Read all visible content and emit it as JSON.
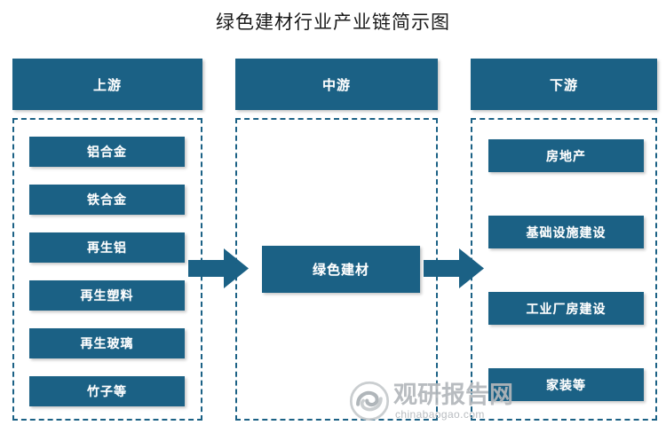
{
  "title": "绿色建材行业产业链简示图",
  "colors": {
    "box_fill": "#1b6185",
    "box_text": "#ffffff",
    "dashed_border": "#1b6185",
    "arrow": "#1b6185",
    "background": "#ffffff",
    "watermark": "#b3b7bb"
  },
  "columns": [
    {
      "key": "upstream",
      "header": "上游",
      "items": [
        "铝合金",
        "铁合金",
        "再生铝",
        "再生塑料",
        "再生玻璃",
        "竹子等"
      ]
    },
    {
      "key": "midstream",
      "header": "中游",
      "items": [
        "绿色建材"
      ]
    },
    {
      "key": "downstream",
      "header": "下游",
      "items": [
        "房地产",
        "基础设施建设",
        "工业厂房建设",
        "家装等"
      ]
    }
  ],
  "arrows": [
    {
      "name": "arrow-upstream-to-midstream",
      "direction": "right"
    },
    {
      "name": "arrow-midstream-to-downstream",
      "direction": "right"
    }
  ],
  "watermark": {
    "name": "观研报告网",
    "url": "chinabaogao.com",
    "logo": "swirl-circle-logo"
  }
}
